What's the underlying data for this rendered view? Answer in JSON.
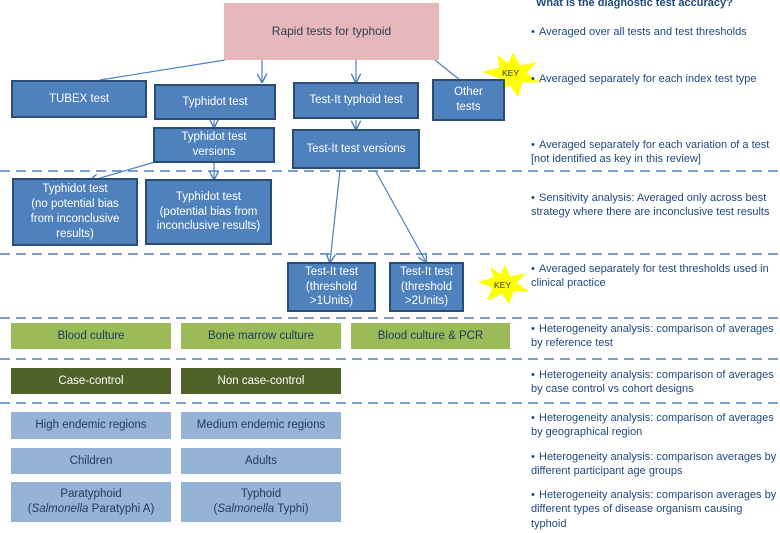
{
  "heading": "What is the diagnostic test accuracy?",
  "root": "Rapid tests for typhoid",
  "tests": {
    "tubex": "TUBEX test",
    "typhidot": "Typhidot test",
    "testit": "Test-It typhoid test",
    "other_line1": "Other",
    "other_line2": "tests"
  },
  "versions": {
    "typhidot_line1": "Typhidot test",
    "typhidot_line2": "versions",
    "testit": "Test-It test versions"
  },
  "typhidot_variants": {
    "no_bias_line1": "Typhidot test",
    "no_bias_line2": "(no potential bias",
    "no_bias_line3": "from inconclusive",
    "no_bias_line4": "results)",
    "bias_line1": "Typhidot test",
    "bias_line2": "(potential bias  from",
    "bias_line3": "inconclusive results)"
  },
  "thresholds": {
    "t1_line1": "Test-It test",
    "t1_line2": "(threshold",
    "t1_line3": ">1Units)",
    "t2_line1": "Test-It test",
    "t2_line2": "(threshold",
    "t2_line3": ">2Units)"
  },
  "key_label": "KEY",
  "reference": {
    "blood": "Blood culture",
    "marrow": "Bone marrow culture",
    "pcr": "Blood culture & PCR"
  },
  "design": {
    "case_control": "Case-control",
    "non_case_control": "Non case-control"
  },
  "regions": {
    "high": "High endemic regions",
    "medium": "Medium endemic regions"
  },
  "ages": {
    "children": "Children",
    "adults": "Adults"
  },
  "organisms": {
    "para_line1": "Paratyphoid",
    "para_line2_prefix": "(",
    "para_line2_italic": "Salmonella",
    "para_line2_suffix": " Paratyphi A)",
    "typh_line1": "Typhoid",
    "typh_line2_prefix": "(",
    "typh_line2_italic": "Salmonella",
    "typh_line2_suffix": " Typhi)"
  },
  "notes": [
    "Averaged over all tests and test thresholds",
    "Averaged separately for each index test type",
    "Averaged separately for each variation of a test [not identified as key in this review]",
    "Sensitivity analysis: Averaged only across best strategy where there are inconclusive test results",
    "Averaged separately for test thresholds used in clinical practice",
    "Heterogeneity analysis: comparison of averages by reference test",
    "Heterogeneity analysis: comparison of averages by case control vs cohort designs",
    "Heterogeneity analysis: comparison of averages by geographical region",
    "Heterogeneity analysis: comparison averages by different participant age groups",
    "Heterogeneity analysis: comparison averages by different types of disease organism causing typhoid"
  ],
  "colors": {
    "blue": "#4f81bd",
    "pink": "#e6b8bb",
    "green": "#9bbb59",
    "dark_green": "#4f6228",
    "light_blue": "#95b3d7",
    "star": "#ffff00",
    "text_blue": "#1f497d"
  }
}
